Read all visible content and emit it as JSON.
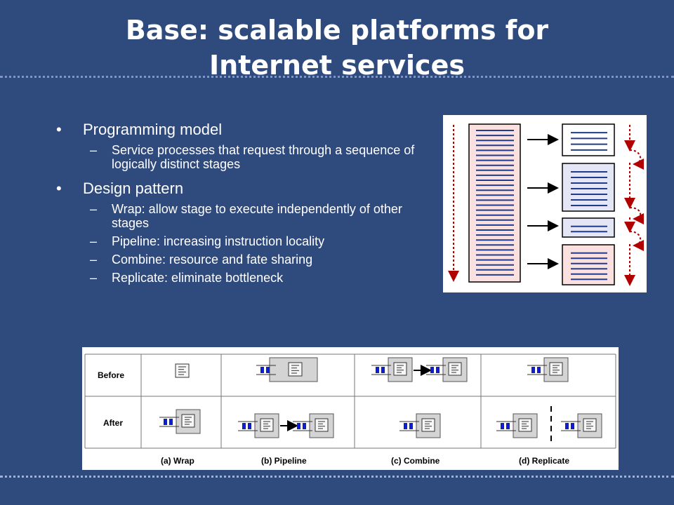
{
  "title": {
    "line1": "Base: scalable platforms for",
    "line2": "Internet services"
  },
  "bullets": [
    {
      "text": "Programming model",
      "subitems": [
        "Service processes that request through a sequence of logically distinct stages"
      ]
    },
    {
      "text": "Design pattern",
      "subitems": [
        "Wrap: allow stage to execute independently of other stages",
        "Pipeline: increasing instruction locality",
        "Combine: resource and fate sharing",
        "Replicate: eliminate bottleneck"
      ]
    }
  ],
  "diagram": {
    "rows": [
      "Before",
      "After"
    ],
    "captions": [
      "(a) Wrap",
      "(b) Pipeline",
      "(c) Combine",
      "(d) Replicate"
    ]
  },
  "colors": {
    "background": "#2f4a7c",
    "queue_blue": "#0a1fd0",
    "arrow_red": "#b00000",
    "stage_pink": "#fbe0e0",
    "stage_lavender": "#e4e6f6",
    "line_blue": "#1f3d8c"
  }
}
